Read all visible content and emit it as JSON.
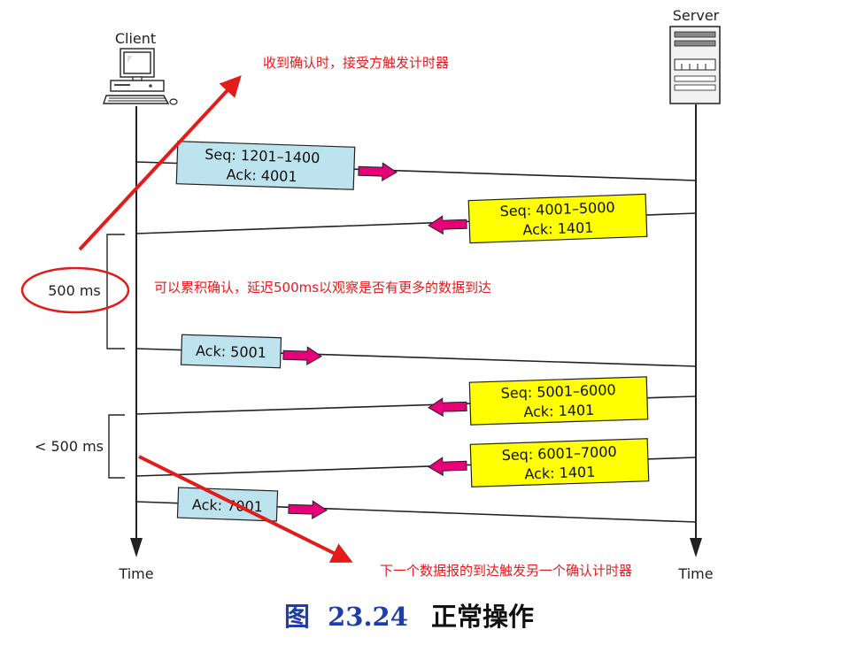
{
  "labels": {
    "client": "Client",
    "server": "Server",
    "time_left": "Time",
    "time_right": "Time",
    "interval1": "500 ms",
    "interval2": "< 500 ms"
  },
  "segments": {
    "seg1": {
      "line1": "Seq: 1201–1400",
      "line2": "Ack: 4001"
    },
    "seg2": {
      "line1": "Seq: 4001–5000",
      "line2": "Ack: 1401"
    },
    "seg3": {
      "line1": "Ack: 5001"
    },
    "seg4": {
      "line1": "Seq: 5001–6000",
      "line2": "Ack: 1401"
    },
    "seg5": {
      "line1": "Seq: 6001–7000",
      "line2": "Ack: 1401"
    },
    "seg6": {
      "line1": "Ack: 7001"
    }
  },
  "annotations": {
    "top": "收到确认时，接受方触发计时器",
    "middle": "可以累积确认，延迟500ms以观察是否有更多的数据到达",
    "bottom": "下一个数据报的到达触发另一个确认计时器"
  },
  "caption": {
    "prefix": "图",
    "number": "23.24",
    "title": "正常操作"
  },
  "colors": {
    "client_segment": "#bde3ee",
    "server_segment": "#ffff00",
    "arrow_fill": "#e8007a",
    "annotation": "#e41b1b",
    "caption": "#1f3ea8"
  }
}
